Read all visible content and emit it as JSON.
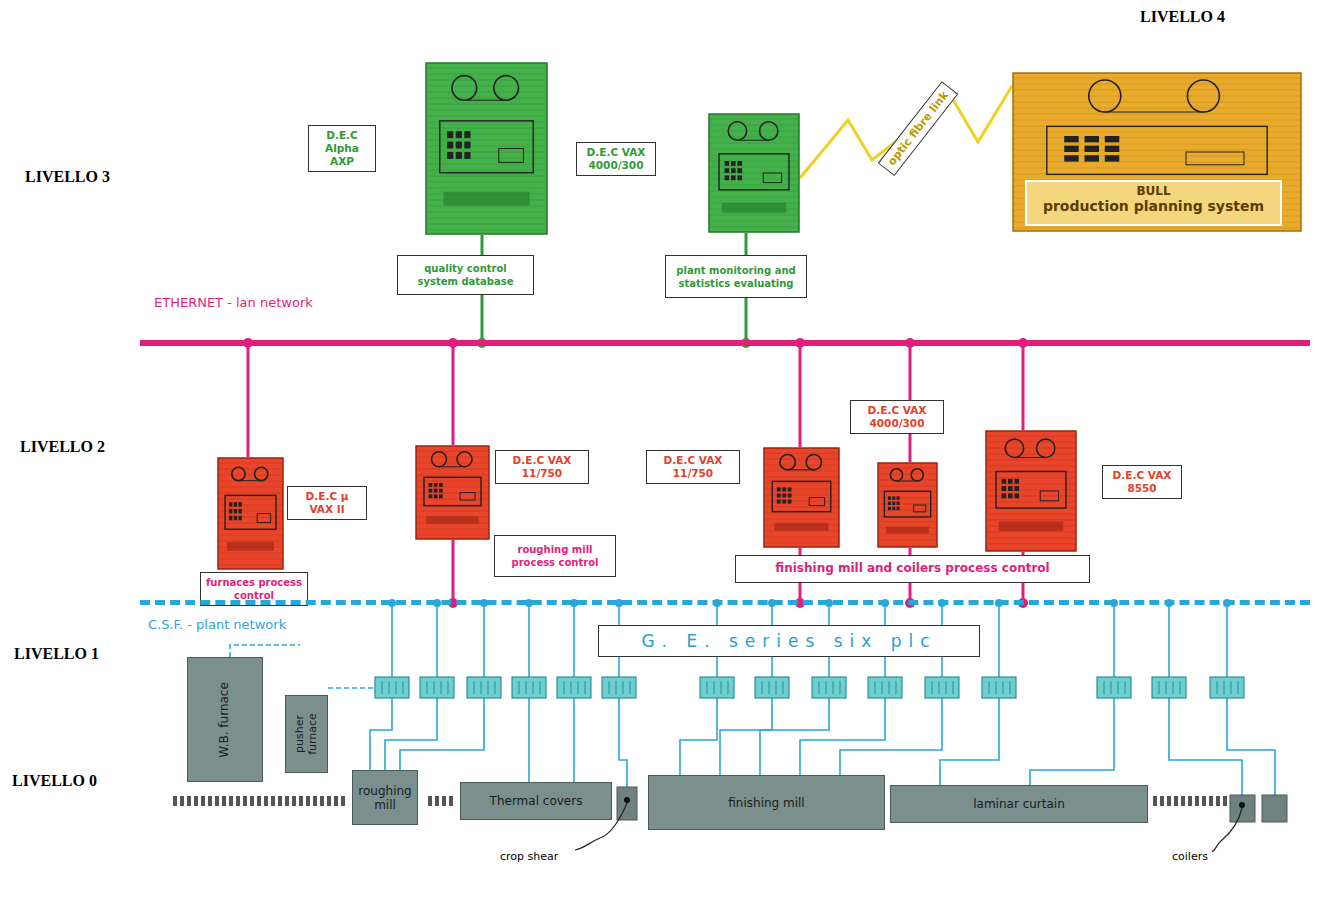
{
  "diagram": {
    "nodes": [
      {
        "text": [
          "D.E.C Alpha AXP"
        ]
      },
      {
        "text": [
          "quality control system database"
        ]
      },
      {
        "text": [
          "D.E.C VAX 4000/300"
        ]
      },
      {
        "text": [
          "plant monitoring and statistics evaluating"
        ]
      },
      {
        "text": [
          "BULL",
          "production planning system"
        ]
      },
      {
        "text": [
          "ETHERNET - lan network"
        ]
      },
      {
        "text": [
          "D.E.C µ VAX II"
        ]
      },
      {
        "text": [
          "furnaces process control"
        ]
      },
      {
        "text": [
          "D.E.C VAX 11/750"
        ]
      },
      {
        "text": [
          "roughing mill process control"
        ]
      },
      {
        "text": [
          "D.E.C VAX 11/750"
        ]
      },
      {
        "text": [
          "D.E.C VAX 4000/300"
        ]
      },
      {
        "text": [
          "D.E.C VAX 8550"
        ]
      },
      {
        "text": [
          "finishing mill and coilers process control"
        ]
      },
      {
        "text": [
          "C.S.F. - plant network"
        ]
      },
      {
        "text": [
          "G. E. series six plc"
        ]
      },
      {
        "text": [
          "W.B. furnace"
        ]
      },
      {
        "text": [
          "pusher furnace"
        ]
      },
      {
        "text": [
          "roughing mill"
        ]
      },
      {
        "text": [
          "Thermal covers"
        ]
      },
      {
        "text": [
          "finishing mill"
        ]
      },
      {
        "text": [
          "laminar curtain"
        ]
      }
    ],
    "edges": [
      {
        "from": 0,
        "to": 5,
        "arrow": "none"
      },
      {
        "from": 2,
        "to": 5,
        "arrow": "none"
      },
      {
        "from": 2,
        "to": 4,
        "label": "optic fibre link",
        "arrow": "none"
      },
      {
        "from": 6,
        "to": 5,
        "arrow": "none"
      },
      {
        "from": 8,
        "to": 5,
        "arrow": "none"
      },
      {
        "from": 8,
        "to": 14,
        "arrow": "none"
      },
      {
        "from": 10,
        "to": 5,
        "arrow": "none"
      },
      {
        "from": 10,
        "to": 14,
        "arrow": "none"
      },
      {
        "from": 11,
        "to": 5,
        "arrow": "none"
      },
      {
        "from": 11,
        "to": 14,
        "arrow": "none"
      },
      {
        "from": 12,
        "to": 5,
        "arrow": "none"
      },
      {
        "from": 12,
        "to": 14,
        "arrow": "none"
      }
    ],
    "labels": [
      "LIVELLO 4",
      "LIVELLO 3",
      "LIVELLO 2",
      "LIVELLO 1",
      "LIVELLO 0",
      "crop shear",
      "coilers"
    ]
  }
}
